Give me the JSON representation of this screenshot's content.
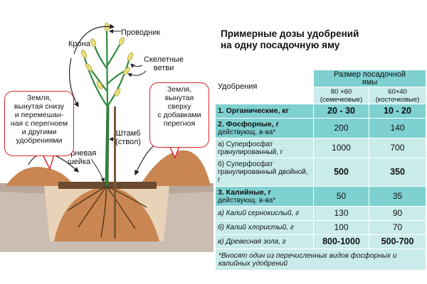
{
  "illustration": {
    "label_crown": "Крона",
    "label_leader": "Проводник",
    "label_skeletal_line1": "Скелетные",
    "label_skeletal_line2": "ветви",
    "label_stem_line1": "Штамб",
    "label_stem_line2": "(ствол)",
    "label_rootneck_line1": "Корневая",
    "label_rootneck_line2": "шейка",
    "bubble_left": [
      "Земля,",
      "вынутая снизу",
      "и перемешан-",
      "ная с перегноем",
      "и другими",
      "удобрениями"
    ],
    "bubble_right": [
      "Земля,",
      "вынутая",
      "сверху",
      "с добавками",
      "перегноя"
    ]
  },
  "table": {
    "title_line1": "Примерные дозы удобрений",
    "title_line2": "на одну посадочную яму",
    "header_fertilizer": "Удобрения",
    "header_pit_size_line1": "Размер посадочной",
    "header_pit_size_line2": "ямы",
    "col1_size": "80 ×60",
    "col1_type": "(семечковые)",
    "col2_size": "60×40",
    "col2_type": "(косточковые)",
    "rows": [
      {
        "label": "1. Органические, кг",
        "sub": "",
        "v1": "20 - 30",
        "v2": "10 - 20"
      },
      {
        "label": "2. Фосфорные, г",
        "sub": "действующ. в-ва*",
        "v1": "200",
        "v2": "140"
      },
      {
        "label": "а) Суперфосфат",
        "sub": "гранулированный, г",
        "v1": "1000",
        "v2": "700"
      },
      {
        "label": "б) Суперфосфат",
        "sub": "гранулированный двойной, г",
        "v1": "500",
        "v2": "350"
      },
      {
        "label": "3. Калийные, г",
        "sub": "действующ. в-ва*",
        "v1": "50",
        "v2": "35"
      },
      {
        "label": "а) Калий сернокислый, г",
        "sub": "",
        "v1": "130",
        "v2": "90"
      },
      {
        "label": "б) Калий хлористый, г",
        "sub": "",
        "v1": "100",
        "v2": "70"
      },
      {
        "label": "в) Древесная зола, г",
        "sub": "",
        "v1": "800-1000",
        "v2": "500-700"
      }
    ],
    "footnote": "*Вносят один из перечисленных видов фосфорных и калийных удобрений"
  },
  "colors": {
    "accent_dark": "#7fd0d0",
    "accent_light": "#c9ecea",
    "bubble_border": "#d8232a",
    "soil": "#c98652",
    "tree": "#2e8b3c"
  }
}
